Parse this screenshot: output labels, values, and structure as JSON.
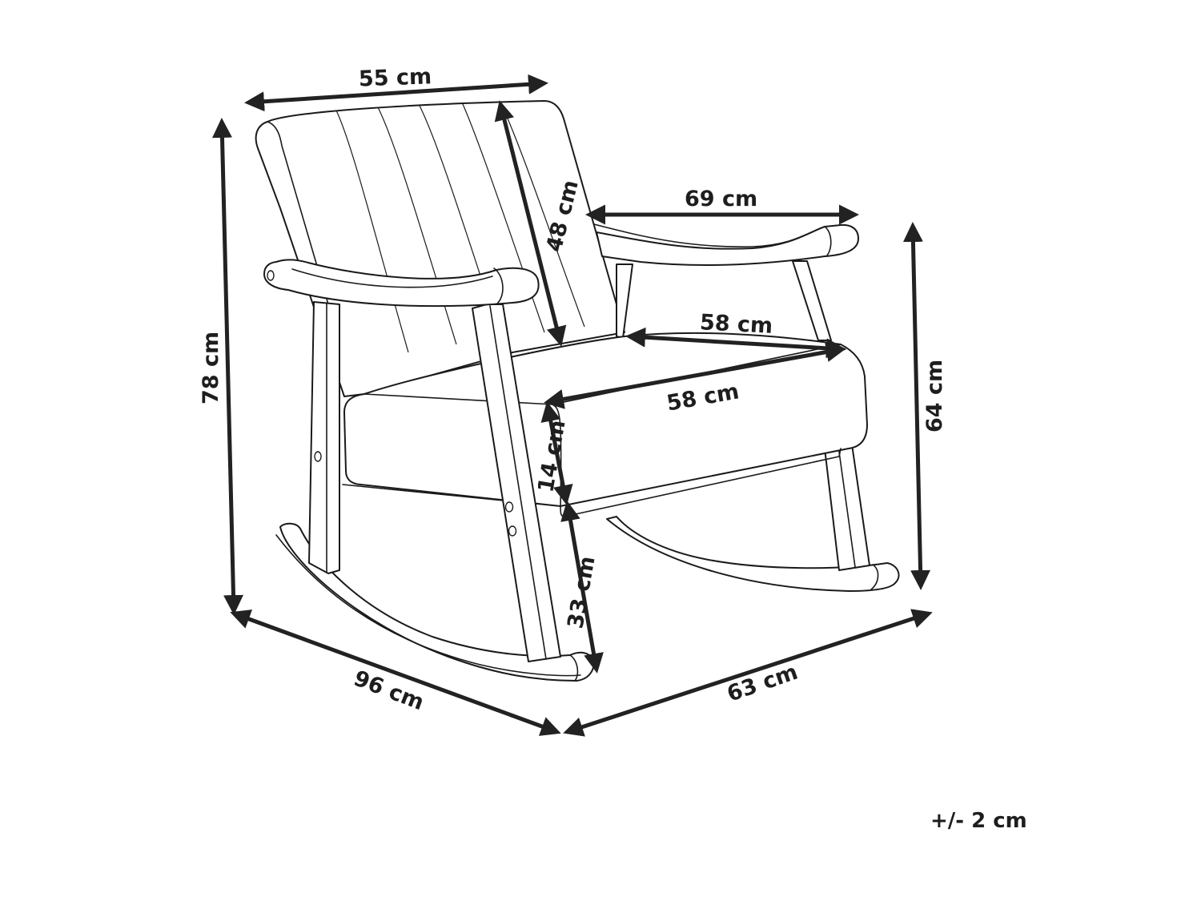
{
  "diagram": {
    "subject": "Rocking chair dimension drawing",
    "colors": {
      "line": "#1a1a1a",
      "dimension_arrow": "#222222",
      "background": "#ffffff"
    },
    "dimensions": {
      "backrest_width": "55 cm",
      "total_height": "78 cm",
      "backrest_height": "48 cm",
      "armrest_depth": "69 cm",
      "seat_depth": "58 cm",
      "seat_width": "58 cm",
      "seat_cushion_thickness": "14 cm",
      "seat_height": "33 cm",
      "armrest_height": "64 cm",
      "total_depth": "96 cm",
      "total_width": "63 cm"
    },
    "tolerance_note": "+/- 2 cm"
  }
}
